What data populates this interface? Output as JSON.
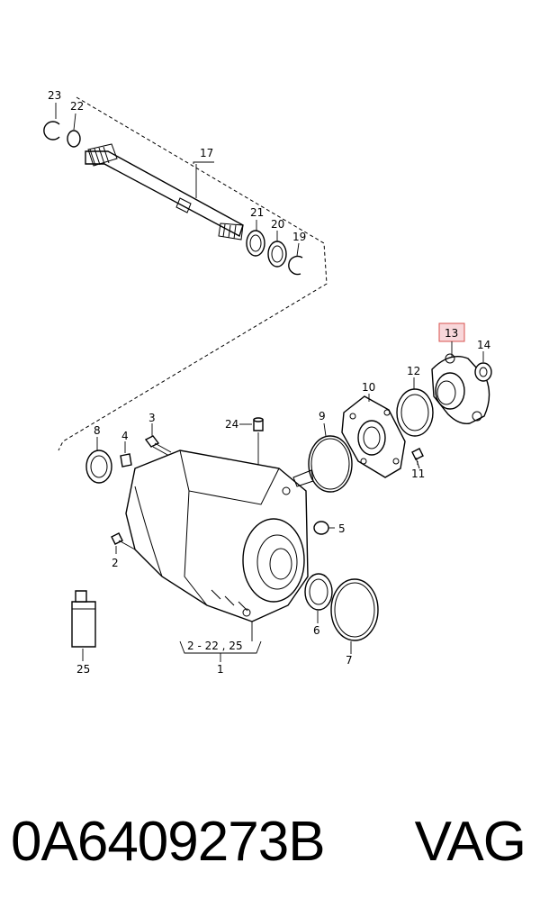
{
  "callouts": {
    "c1": "1",
    "c2": "2",
    "c3": "3",
    "c4": "4",
    "c5": "5",
    "c6": "6",
    "c7": "7",
    "c8": "8",
    "c9": "9",
    "c10": "10",
    "c11": "11",
    "c12": "12",
    "c13": "13",
    "c14": "14",
    "c17": "17",
    "c19": "19",
    "c20": "20",
    "c21": "21",
    "c22": "22",
    "c23": "23",
    "c24": "24",
    "c25": "25",
    "range": "2 - 22 , 25"
  },
  "highlight_color": "#f8d7da",
  "footer": {
    "part_number": "0A6409273B",
    "brand": "VAG"
  }
}
